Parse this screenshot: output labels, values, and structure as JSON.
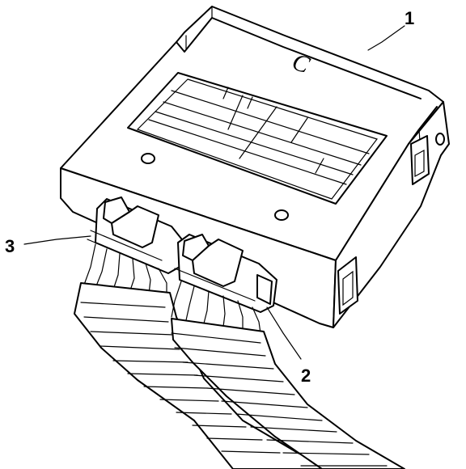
{
  "module_letter": "C",
  "callouts": [
    {
      "id": "module",
      "label": "1"
    },
    {
      "id": "connector-right",
      "label": "2"
    },
    {
      "id": "connector-left",
      "label": "3"
    }
  ]
}
